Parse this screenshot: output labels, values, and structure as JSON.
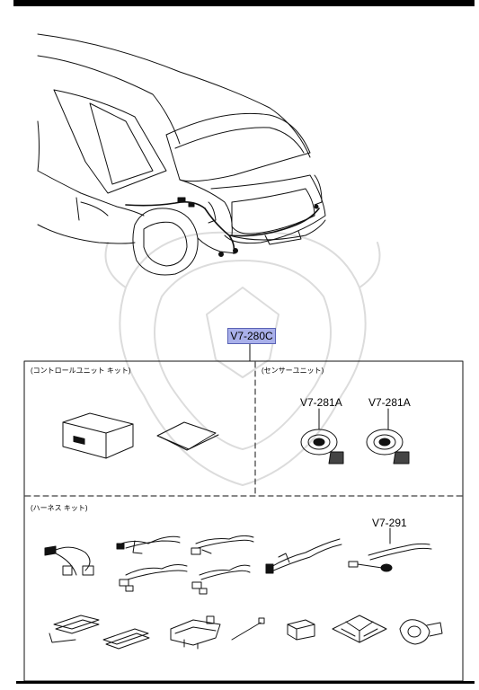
{
  "diagram": {
    "main_part": "V7-280C",
    "groups": {
      "control_unit_kit": "(コントロールユニット キット)",
      "sensor_unit": "(センサーユニット)",
      "harness_kit": "(ハーネス キット)"
    },
    "callouts": {
      "sensor_left": "V7-281A",
      "sensor_right": "V7-281A",
      "harness_item": "V7-291"
    }
  }
}
